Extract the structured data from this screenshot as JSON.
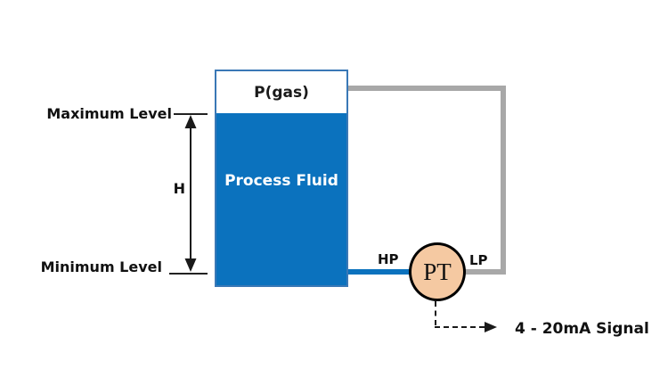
{
  "diagram": {
    "title": "Differential pressure level measurement diagram",
    "labels": {
      "maximum_level": "Maximum Level",
      "minimum_level": "Minimum Level",
      "height_dimension": "H",
      "gas_pressure": "P(gas)",
      "process_fluid": "Process Fluid",
      "high_pressure_port": "HP",
      "low_pressure_port": "LP",
      "transmitter": "PT",
      "output_signal": "4 - 20mA Signal"
    },
    "colors": {
      "fluid_blue": "#0b72be",
      "tank_border_blue": "#3a78b6",
      "pipe_gray": "#a8a8a8",
      "transmitter_fill": "#f5c9a2",
      "transmitter_border": "#000000",
      "line_black": "#1a1a1a",
      "background": "#ffffff"
    },
    "icons": [
      "up-arrowhead-icon",
      "down-arrowhead-icon",
      "right-arrowhead-icon"
    ]
  }
}
